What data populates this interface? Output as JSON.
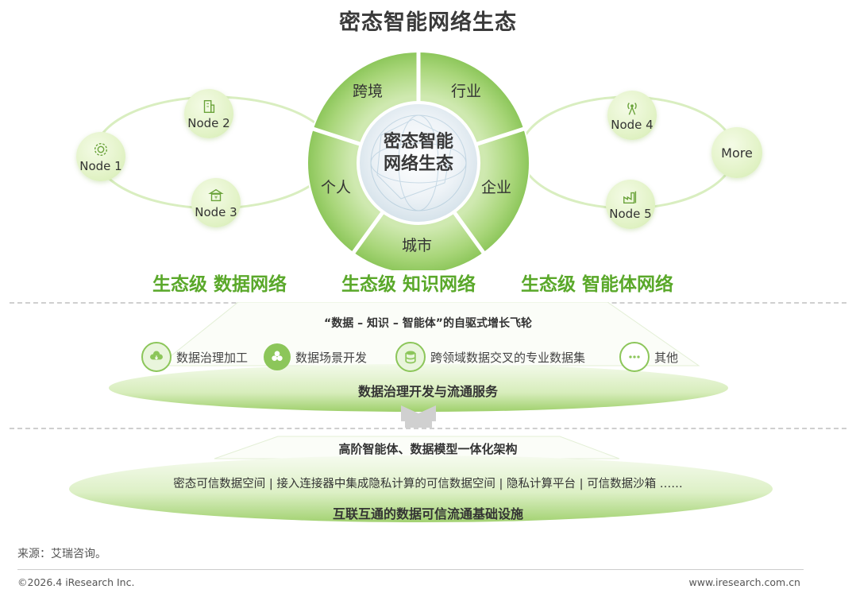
{
  "title": "密态智能网络生态",
  "center": {
    "line1": "密态智能",
    "line2": "网络生态",
    "segments": [
      "跨境",
      "行业",
      "企业",
      "城市",
      "个人"
    ]
  },
  "nodes": [
    {
      "label": "Node 1",
      "icon": "gear-icon"
    },
    {
      "label": "Node 2",
      "icon": "building-icon"
    },
    {
      "label": "Node 3",
      "icon": "bank-icon"
    },
    {
      "label": "Node 4",
      "icon": "signal-tower-icon"
    },
    {
      "label": "Node 5",
      "icon": "factory-icon"
    },
    {
      "label": "More",
      "icon": ""
    }
  ],
  "networks": [
    "生态级 数据网络",
    "生态级 知识网络",
    "生态级 智能体网络"
  ],
  "flywheel": "“数据 – 知识 – 智能体”的自驱式增长飞轮",
  "services": [
    {
      "label": "数据治理加工",
      "icon": "cloud-process-icon"
    },
    {
      "label": "数据场景开发",
      "icon": "cubes-icon"
    },
    {
      "label": "跨领域数据交叉的专业数据集",
      "icon": "database-icon"
    },
    {
      "label": "其他",
      "icon": "more-dots-icon"
    }
  ],
  "service_platform": "数据治理开发与流通服务",
  "architecture": "高阶智能体、数据模型一体化架构",
  "infra_items": "密态可信数据空间  |  接入连接器中集成隐私计算的可信数据空间  |  隐私计算平台  |  可信数据沙箱  ……",
  "infra_platform": "互联互通的数据可信流通基础设施",
  "source": "来源：艾瑞咨询。",
  "footer_left": "©2026.4 iResearch Inc.",
  "footer_right": "www.iresearch.com.cn",
  "colors": {
    "accent_green": "#5aa82a",
    "light_green": "#e3f3c8",
    "dark_green": "#8cc65a"
  }
}
